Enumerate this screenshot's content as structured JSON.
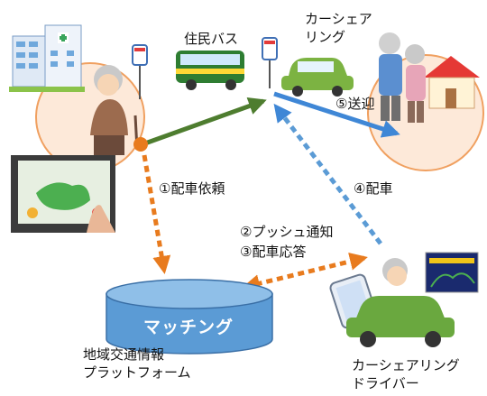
{
  "labels": {
    "bus": "住民バス",
    "carshare_line1": "カーシェア",
    "carshare_line2": "リング",
    "pickup": "⑤送迎",
    "request": "①配車依頼",
    "dispatch": "④配車",
    "push_notify": "②プッシュ通知",
    "dispatch_reply": "③配車応答",
    "matching": "マッチング",
    "platform_line1": "地域交通情報",
    "platform_line2": "プラットフォーム",
    "driver_line1": "カーシェアリング",
    "driver_line2": "ドライバー"
  },
  "colors": {
    "green_arrow": "#4e7d2f",
    "blue_arrow": "#3f87d6",
    "orange_arrow": "#e87b1e",
    "circle_fill": "#fde9d9",
    "circle_stroke": "#f0a060",
    "db_fill": "#5b9bd5",
    "db_top": "#8fbfe8"
  },
  "icons": [
    "hospital-icon",
    "grandmother-icon",
    "bus-stop-icon",
    "bus-icon",
    "green-car-icon",
    "elderly-couple-icon",
    "house-icon",
    "tablet-app-photo",
    "driver-in-car-icon",
    "smartphone-icon",
    "nav-screen-icon"
  ]
}
